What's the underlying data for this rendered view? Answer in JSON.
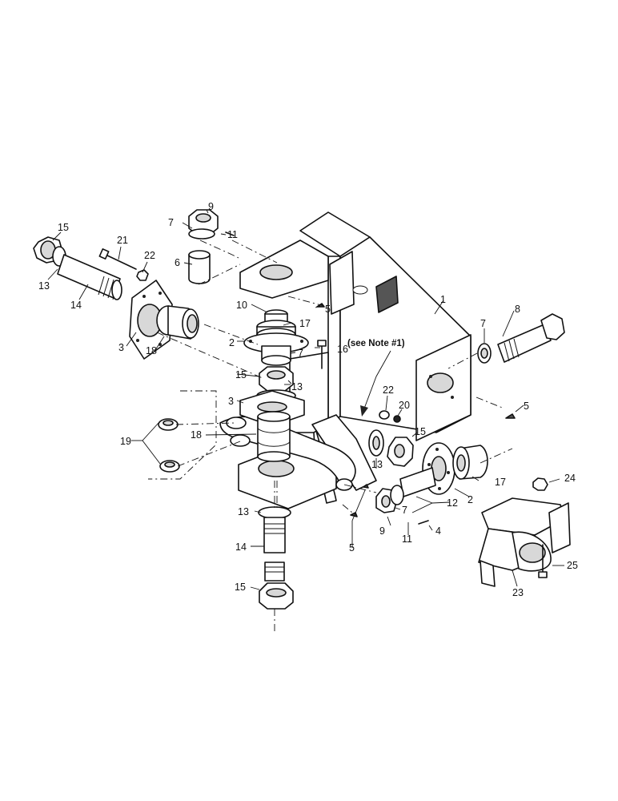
{
  "diagram": {
    "note_text": "(see Note #1)",
    "callouts": [
      {
        "id": "c1",
        "label": "1"
      },
      {
        "id": "c2a",
        "label": "2"
      },
      {
        "id": "c2b",
        "label": "2"
      },
      {
        "id": "c3a",
        "label": "3"
      },
      {
        "id": "c3b",
        "label": "3"
      },
      {
        "id": "c4",
        "label": "4"
      },
      {
        "id": "c5a",
        "label": "5"
      },
      {
        "id": "c5b",
        "label": "5"
      },
      {
        "id": "c5c",
        "label": "5"
      },
      {
        "id": "c6",
        "label": "6"
      },
      {
        "id": "c7a",
        "label": "7"
      },
      {
        "id": "c7b",
        "label": "7"
      },
      {
        "id": "c7c",
        "label": "7"
      },
      {
        "id": "c7d",
        "label": "7"
      },
      {
        "id": "c8",
        "label": "8"
      },
      {
        "id": "c9a",
        "label": "9"
      },
      {
        "id": "c9b",
        "label": "9"
      },
      {
        "id": "c10",
        "label": "10"
      },
      {
        "id": "c11a",
        "label": "11"
      },
      {
        "id": "c11b",
        "label": "11"
      },
      {
        "id": "c12",
        "label": "12"
      },
      {
        "id": "c13a",
        "label": "13"
      },
      {
        "id": "c13b",
        "label": "13"
      },
      {
        "id": "c13c",
        "label": "13"
      },
      {
        "id": "c13d",
        "label": "13"
      },
      {
        "id": "c14a",
        "label": "14"
      },
      {
        "id": "c14b",
        "label": "14"
      },
      {
        "id": "c15a",
        "label": "15"
      },
      {
        "id": "c15b",
        "label": "15"
      },
      {
        "id": "c15c",
        "label": "15"
      },
      {
        "id": "c15d",
        "label": "15"
      },
      {
        "id": "c16",
        "label": "16"
      },
      {
        "id": "c17a",
        "label": "17"
      },
      {
        "id": "c17b",
        "label": "17"
      },
      {
        "id": "c18a",
        "label": "18"
      },
      {
        "id": "c18b",
        "label": "18"
      },
      {
        "id": "c19",
        "label": "19"
      },
      {
        "id": "c20",
        "label": "20"
      },
      {
        "id": "c21",
        "label": "21"
      },
      {
        "id": "c22a",
        "label": "22"
      },
      {
        "id": "c22b",
        "label": "22"
      },
      {
        "id": "c23",
        "label": "23"
      },
      {
        "id": "c24",
        "label": "24"
      },
      {
        "id": "c25",
        "label": "25"
      }
    ]
  }
}
